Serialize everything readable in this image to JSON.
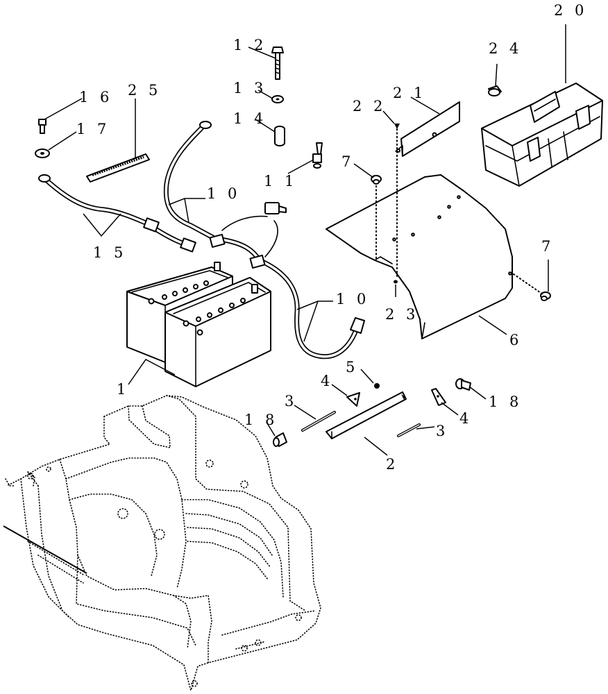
{
  "callouts": [
    {
      "id": "c20",
      "text": "2 0"
    },
    {
      "id": "c24",
      "text": "2 4"
    },
    {
      "id": "c12",
      "text": "1 2"
    },
    {
      "id": "c13",
      "text": "1 3"
    },
    {
      "id": "c14",
      "text": "1 4"
    },
    {
      "id": "c16",
      "text": "1 6"
    },
    {
      "id": "c17",
      "text": "1 7"
    },
    {
      "id": "c25",
      "text": "2 5"
    },
    {
      "id": "c21",
      "text": "2 1"
    },
    {
      "id": "c22",
      "text": "2 2"
    },
    {
      "id": "c11",
      "text": "1 1"
    },
    {
      "id": "c7a",
      "text": "7"
    },
    {
      "id": "c10a",
      "text": "1 0"
    },
    {
      "id": "c15",
      "text": "1 5"
    },
    {
      "id": "c7b",
      "text": "7"
    },
    {
      "id": "c10b",
      "text": "1 0"
    },
    {
      "id": "c23",
      "text": "2 3"
    },
    {
      "id": "c6",
      "text": "6"
    },
    {
      "id": "c5",
      "text": "5"
    },
    {
      "id": "c4a",
      "text": "4"
    },
    {
      "id": "c18a",
      "text": "1 8"
    },
    {
      "id": "c1",
      "text": "1"
    },
    {
      "id": "c3a",
      "text": "3"
    },
    {
      "id": "c4b",
      "text": "4"
    },
    {
      "id": "c18b",
      "text": "1 8"
    },
    {
      "id": "c3b",
      "text": "3"
    },
    {
      "id": "c2",
      "text": "2"
    }
  ]
}
